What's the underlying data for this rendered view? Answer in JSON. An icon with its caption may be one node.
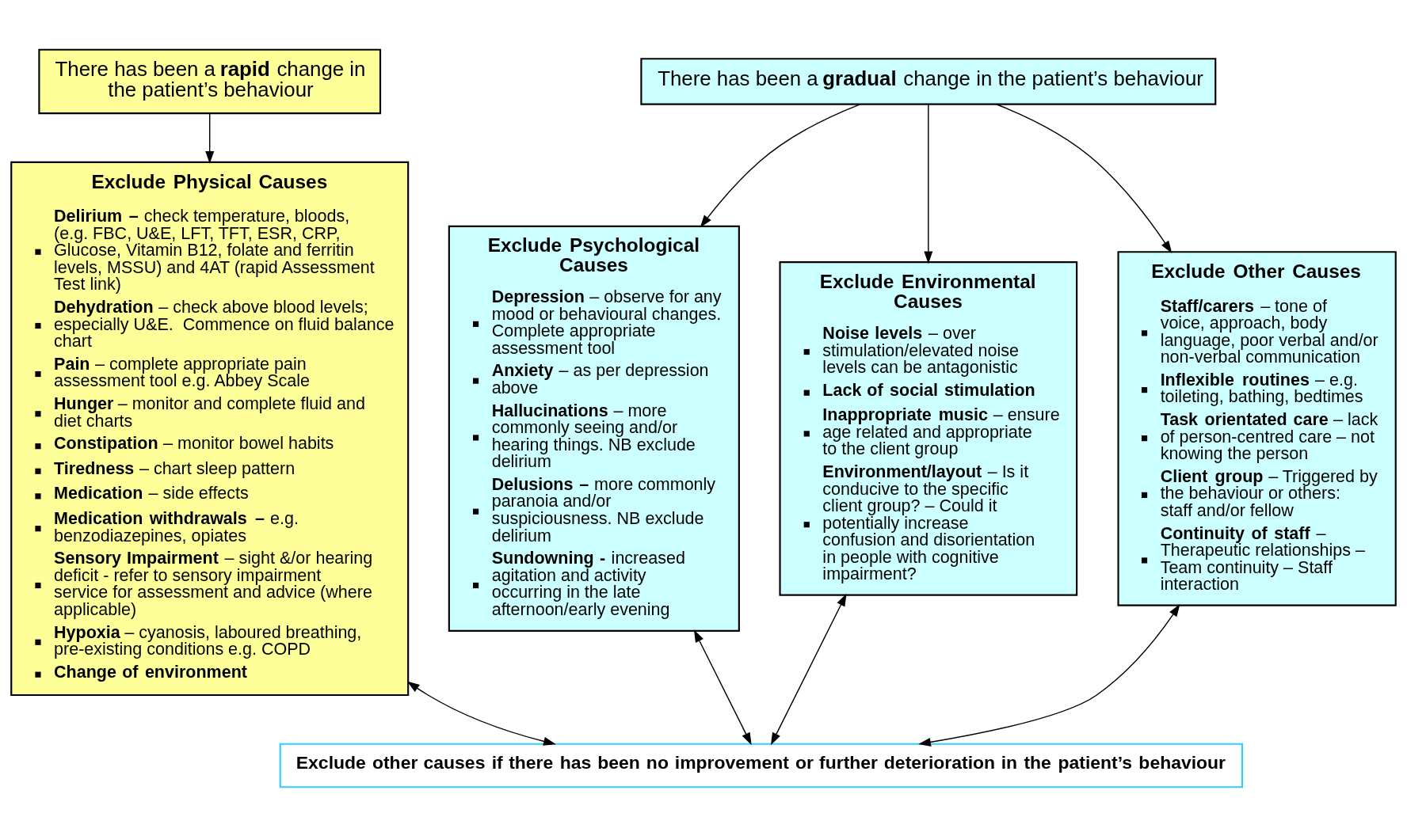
{
  "diagram": {
    "nodes": [
      {
        "text": [
          "There has been a **rapid** change in the patient’s behaviour"
        ]
      },
      {
        "text": [
          "There has been a **gradual** change in the patient’s behaviour"
        ]
      },
      {
        "text": [
          "Exclude Physical Causes",
          "**Delirium –** check temperature, bloods, (e.g. FBC, U&E, LFT, TFT, ESR, CRP, Glucose, Vitamin B12, folate and ferritin levels, MSSU) and 4AT (rapid Assessment Test link)",
          "**Dehydration** – check above blood levels; especially U&E.  Commence on fluid balance chart",
          "**Pain** – complete appropriate pain assessment tool e.g. Abbey Scale",
          "**Hunger** – monitor and complete fluid and diet charts",
          "**Constipation** – monitor bowel habits",
          "**Tiredness** – chart sleep pattern",
          "**Medication** – side effects",
          "**Medication withdrawals –** e.g. benzodiazepines, opiates",
          "**Sensory Impairment** – sight &/or hearing deficit - refer to sensory impairment service for assessment and advice (where applicable)",
          "**Hypoxia** – cyanosis, laboured breathing, pre-existing conditions e.g. COPD",
          "**Change of environment**"
        ]
      },
      {
        "text": [
          "Exclude Psychological Causes",
          "**Depression** – observe for any mood or behavioural changes. Complete appropriate assessment tool",
          "**Anxiety** – as per depression above",
          "**Hallucinations** – more commonly seeing and/or hearing things. NB exclude delirium",
          "**Delusions –** more commonly paranoia and/or suspiciousness. NB exclude delirium",
          "**Sundowning -** increased agitation and activity occurring in the late afternoon/early evening"
        ]
      },
      {
        "text": [
          "Exclude Environmental Causes",
          "**Noise levels** – over stimulation/elevated noise levels can be antagonistic",
          "**Lack of social stimulation**",
          "**Inappropriate music** – ensure age related and appropriate to the client group",
          "**Environment/layout** – Is it conducive to the specific client group? – Could it potentially increase confusion and disorientation in people with cognitive impairment?"
        ]
      },
      {
        "text": [
          "Exclude Other Causes",
          "**Staff/carers** – tone of voice, approach, body language, poor verbal and/or non-verbal communication",
          "**Inflexible routines** – e.g. toileting, bathing, bedtimes",
          "**Task orientated care** – lack of person-centred care – not knowing the person",
          "**Client group** – Triggered by the behaviour or others: staff and/or fellow",
          "**Continuity of staff** – Therapeutic relationships – Team continuity – Staff interaction"
        ]
      },
      {
        "text": [
          "Exclude other causes if there has been no improvement or further deterioration in the patient’s behaviour"
        ]
      }
    ],
    "edges": [
      {
        "from": 0,
        "to": 2,
        "arrow": "to"
      },
      {
        "from": 1,
        "to": 3,
        "arrow": "to"
      },
      {
        "from": 1,
        "to": 4,
        "arrow": "to"
      },
      {
        "from": 1,
        "to": 5,
        "arrow": "to"
      },
      {
        "from": 2,
        "to": 6,
        "arrow": "both"
      },
      {
        "from": 3,
        "to": 6,
        "arrow": "both"
      },
      {
        "from": 4,
        "to": 6,
        "arrow": "both"
      },
      {
        "from": 5,
        "to": 6,
        "arrow": "both"
      }
    ]
  }
}
